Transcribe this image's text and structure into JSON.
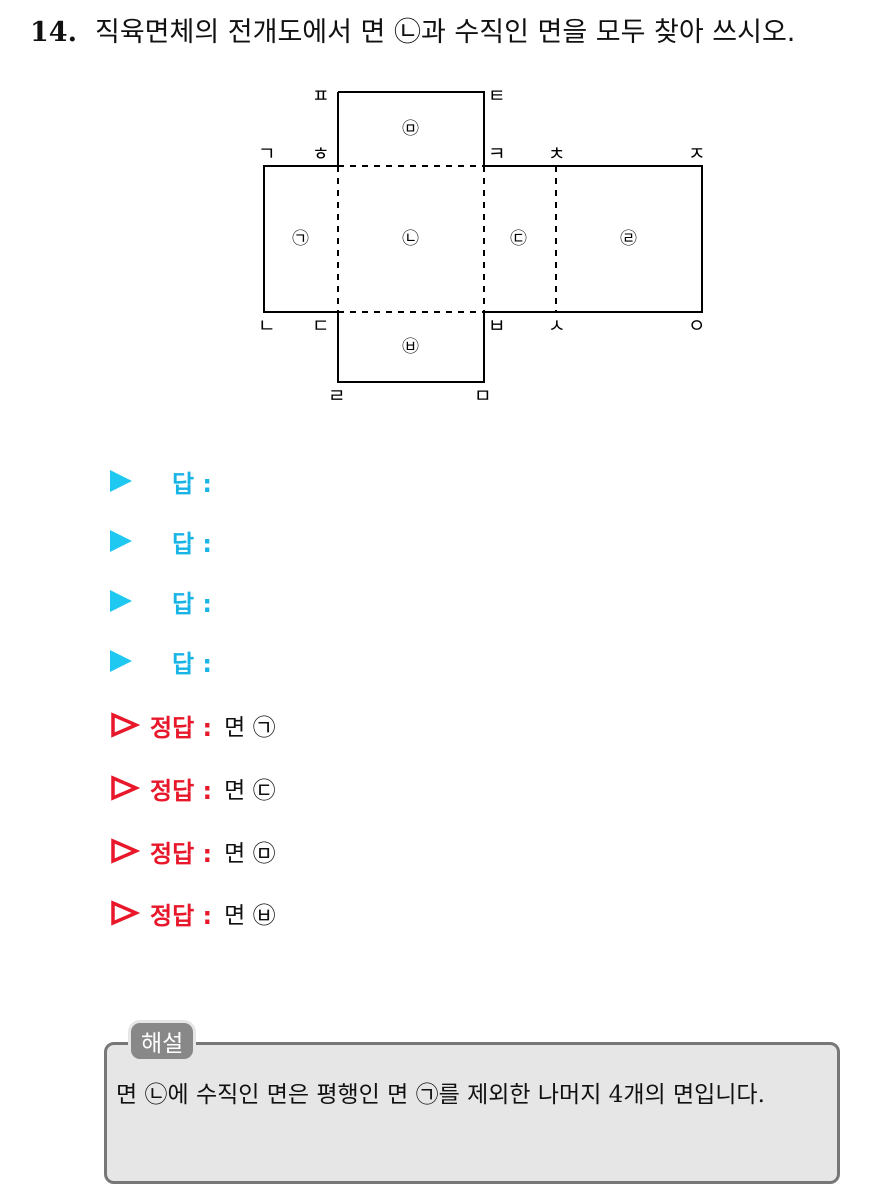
{
  "question": {
    "number": "14.",
    "text": "직육면체의 전개도에서 면 ㉡과 수직인 면을 모두 찾아 쓰시오."
  },
  "net": {
    "vertices": {
      "p": "ㅍ",
      "t": "ㅌ",
      "g": "ㄱ",
      "h": "ㅎ",
      "k": "ㅋ",
      "ch": "ㅊ",
      "j": "ㅈ",
      "n": "ㄴ",
      "d": "ㄷ",
      "b": "ㅂ",
      "s": "ㅅ",
      "o": "ㅇ",
      "r": "ㄹ",
      "m": "ㅁ"
    },
    "faces": {
      "f1": "㉠",
      "f2": "㉡",
      "f3": "㉢",
      "f4": "㉣",
      "f5": "㉤",
      "f6": "㉥"
    }
  },
  "answer_rows": [
    {
      "label": "답 :"
    },
    {
      "label": "답 :"
    },
    {
      "label": "답 :"
    },
    {
      "label": "답 :"
    }
  ],
  "solution_rows": [
    {
      "label": "정답 :",
      "value": "면 ㉠"
    },
    {
      "label": "정답 :",
      "value": "면 ㉢"
    },
    {
      "label": "정답 :",
      "value": "면 ㉤"
    },
    {
      "label": "정답 :",
      "value": "면 ㉥"
    }
  ],
  "explanation": {
    "tag": "해설",
    "text": "면 ㉡에 수직인 면은 평행인 면 ㉠를 제외한 나머지 4개의 면입니다."
  },
  "colors": {
    "answer_label": "#18b4e6",
    "answer_arrow": "#1ec8f0",
    "solution_label": "#e8172a",
    "explanation_bg": "#e6e6e6",
    "explanation_tag_bg": "#888888"
  }
}
